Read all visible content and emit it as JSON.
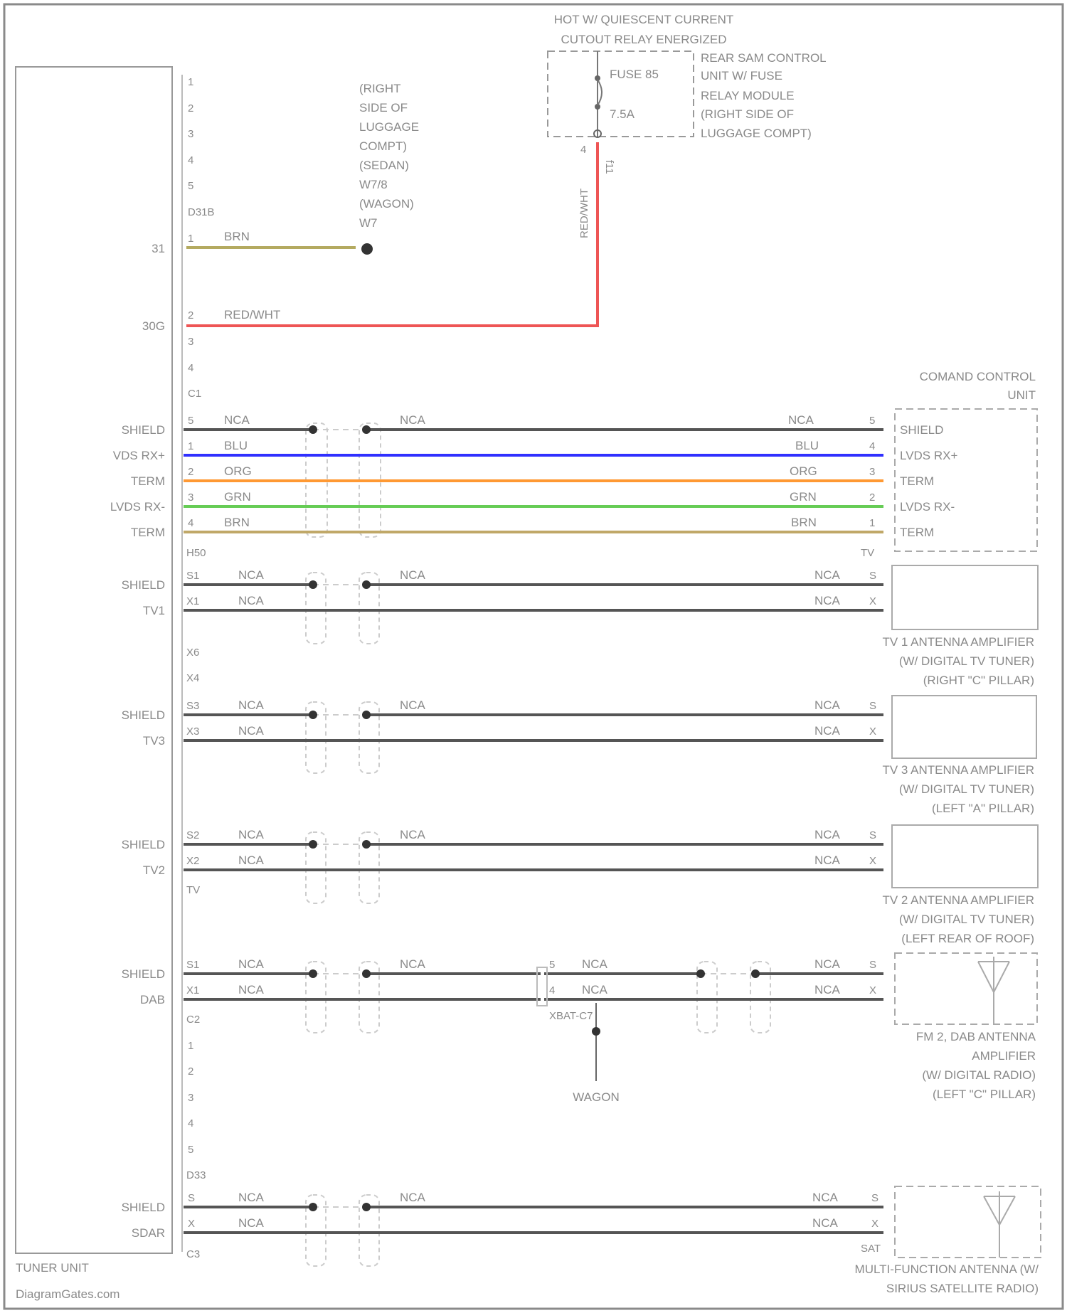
{
  "top_note": [
    "HOT W/ QUIESCENT CURRENT",
    "CUTOUT RELAY ENERGIZED"
  ],
  "fuse": {
    "name": "FUSE 85",
    "rating": "7.5A",
    "module_label": [
      "REAR SAM CONTROL",
      "UNIT W/ FUSE",
      "RELAY MODULE",
      "(RIGHT SIDE OF",
      "LUGGAGE COMPT)"
    ],
    "pin": "4",
    "conn": "f11",
    "wire_vert": "RED/WHT"
  },
  "ground": {
    "label": [
      "(RIGHT",
      "SIDE OF",
      "LUGGAGE",
      "COMPT)",
      "(SEDAN)",
      "W7/8",
      "(WAGON)",
      "W7"
    ]
  },
  "tuner": {
    "name": "TUNER UNIT",
    "top_pins": [
      "1",
      "2",
      "3",
      "4",
      "5"
    ],
    "conn_top": "D31B",
    "pin_31": "31",
    "pin_30g": "30G",
    "wire_brn": "BRN",
    "wire_redwht": "RED/WHT",
    "pin1": "1",
    "pin2": "2",
    "pins_c1": [
      "3",
      "4"
    ],
    "conn_c1": "C1",
    "conn_h50": "H50",
    "conn_x4": "X4",
    "conn_x6": "X6",
    "conn_tv": "TV",
    "conn_c2": "C2",
    "c2_pins": [
      "1",
      "2",
      "3",
      "4",
      "5"
    ],
    "conn_d33": "D33",
    "conn_c3": "C3"
  },
  "signals_lvds": [
    {
      "name": "SHIELD",
      "pin_l": "5",
      "color_l": "NCA",
      "color_r": "NCA",
      "pin_r": "5",
      "term": "SHIELD",
      "hex": "#444444"
    },
    {
      "name": "VDS RX+",
      "pin_l": "1",
      "color_l": "BLU",
      "color_r": "BLU",
      "pin_r": "4",
      "term": "LVDS RX+",
      "hex": "#3030ff"
    },
    {
      "name": "TERM",
      "pin_l": "2",
      "color_l": "ORG",
      "color_r": "ORG",
      "pin_r": "3",
      "term": "TERM",
      "hex": "#ff9933"
    },
    {
      "name": "LVDS RX-",
      "pin_l": "3",
      "color_l": "GRN",
      "color_r": "GRN",
      "pin_r": "2",
      "term": "LVDS RX-",
      "hex": "#66cc55"
    },
    {
      "name": "TERM",
      "pin_l": "4",
      "color_l": "BRN",
      "color_r": "BRN",
      "pin_r": "1",
      "term": "TERM",
      "hex": "#b8a060"
    }
  ],
  "mid_nca": "NCA",
  "command_unit": [
    "COMAND CONTROL",
    "UNIT"
  ],
  "command_conn": "TV",
  "tv1": {
    "rows": [
      {
        "name": "SHIELD",
        "pin_l": "S1",
        "pin_r": "S"
      },
      {
        "name": "TV1",
        "pin_l": "X1",
        "pin_r": "X"
      }
    ],
    "label": [
      "TV 1 ANTENNA AMPLIFIER",
      "(W/ DIGITAL TV TUNER)",
      "(RIGHT \"C\" PILLAR)"
    ]
  },
  "tv3": {
    "rows": [
      {
        "name": "SHIELD",
        "pin_l": "S3",
        "pin_r": "S"
      },
      {
        "name": "TV3",
        "pin_l": "X3",
        "pin_r": "X"
      }
    ],
    "label": [
      "TV 3 ANTENNA AMPLIFIER",
      "(W/ DIGITAL TV TUNER)",
      "(LEFT \"A\" PILLAR)"
    ]
  },
  "tv2": {
    "rows": [
      {
        "name": "SHIELD",
        "pin_l": "S2",
        "pin_r": "S"
      },
      {
        "name": "TV2",
        "pin_l": "X2",
        "pin_r": "X"
      }
    ],
    "label": [
      "TV 2 ANTENNA AMPLIFIER",
      "(W/ DIGITAL TV TUNER)",
      "(LEFT REAR OF ROOF)"
    ]
  },
  "dab": {
    "rows": [
      {
        "name": "SHIELD",
        "pin_l": "S1",
        "mid_pin": "5",
        "pin_r": "S"
      },
      {
        "name": "DAB",
        "pin_l": "X1",
        "mid_pin": "4",
        "pin_r": "X"
      }
    ],
    "mid_conn": "XBAT-C7",
    "wagon": "WAGON",
    "label": [
      "FM 2, DAB ANTENNA",
      "AMPLIFIER",
      "(W/ DIGITAL RADIO)",
      "(LEFT \"C\" PILLAR)"
    ]
  },
  "sdar": {
    "rows": [
      {
        "name": "SHIELD",
        "pin_l": "S",
        "pin_r": "S"
      },
      {
        "name": "SDAR",
        "pin_l": "X",
        "pin_r": "X"
      }
    ],
    "conn_r": "SAT",
    "label": [
      "MULTI-FUNCTION ANTENNA (W/",
      "SIRIUS SATELLITE RADIO)"
    ]
  },
  "watermark": "DiagramGates.com"
}
